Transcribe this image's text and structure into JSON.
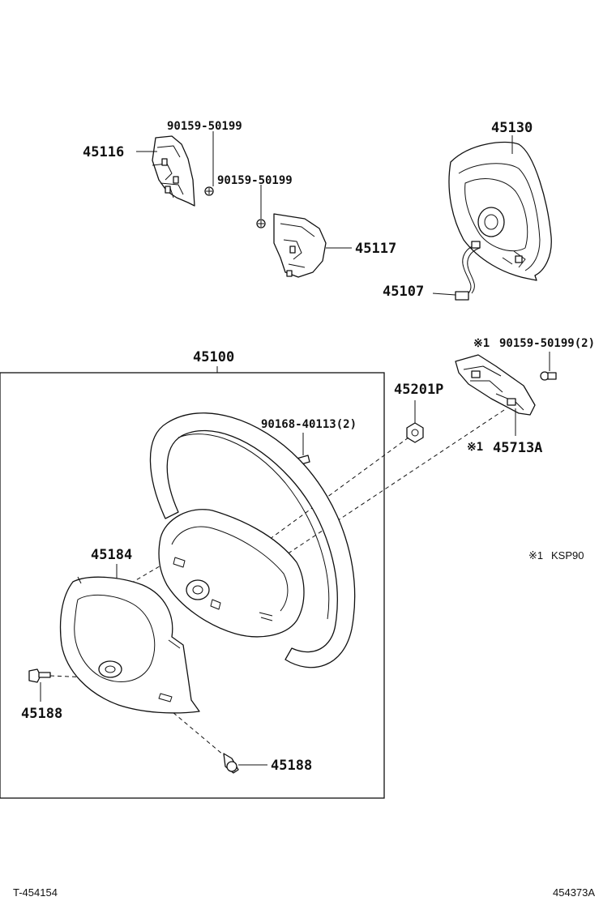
{
  "labels": {
    "p45116": "45116",
    "p90159_a": "90159-50199",
    "p90159_b": "90159-50199",
    "p45117": "45117",
    "p45130": "45130",
    "p45107": "45107",
    "p45100": "45100",
    "p45201p": "45201P",
    "p90159_c": "90159-50199(2)",
    "mark_c": "※1",
    "p45713a": "45713A",
    "mark_45713a": "※1",
    "p90168": "90168-40113(2)",
    "p45184": "45184",
    "p45188_a": "45188",
    "p45188_b": "45188",
    "note_mark": "※1",
    "note_text": "KSP90"
  },
  "footer": {
    "left_ref": "T-454154",
    "right_ref": "454373A"
  }
}
